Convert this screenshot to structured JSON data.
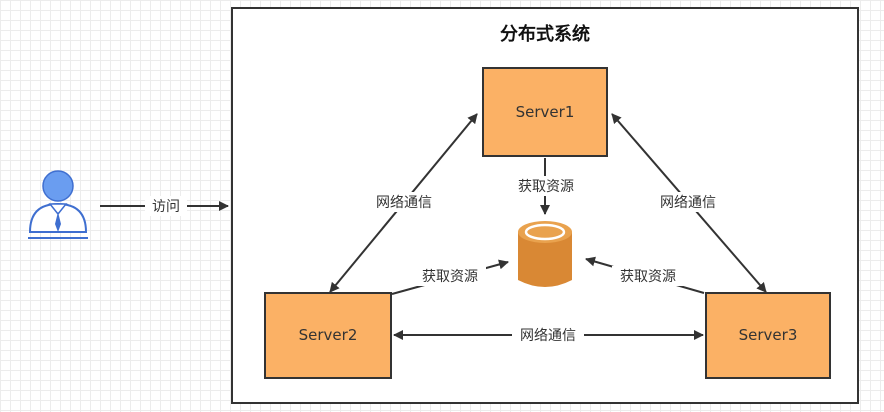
{
  "title": "分布式系统",
  "servers": [
    {
      "label": "Server1"
    },
    {
      "label": "Server2"
    },
    {
      "label": "Server3"
    }
  ],
  "edges": {
    "user_access": "访问",
    "net_s1_s2": "网络通信",
    "net_s1_s3": "网络通信",
    "net_s2_s3": "网络通信",
    "fetch_s1": "获取资源",
    "fetch_s2": "获取资源",
    "fetch_s3": "获取资源"
  },
  "colors": {
    "server_fill": "#FBB165",
    "resource_fill": "#D98834",
    "user_fill": "#6A9DF0",
    "line": "#333333"
  },
  "icons": {
    "user": "user-icon",
    "resource": "database-cylinder-icon"
  }
}
